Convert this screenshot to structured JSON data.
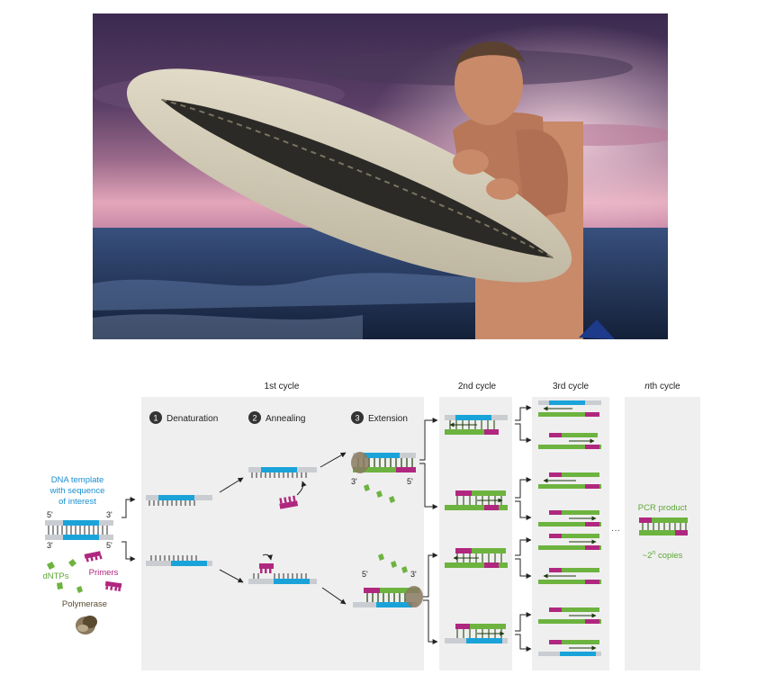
{
  "diagram": {
    "template_label": [
      "DNA template",
      "with sequence",
      "of interest"
    ],
    "prime_5": "5'",
    "prime_3": "3'",
    "dntps_label": "dNTPs",
    "primers_label": "Primers",
    "polymerase_label": "Polymerase",
    "cycles": [
      "1st cycle",
      "2nd cycle",
      "3rd cycle"
    ],
    "nth_cycle": {
      "n": "n",
      "rest": "th cycle"
    },
    "steps": [
      {
        "num": "1",
        "label": "Denaturation"
      },
      {
        "num": "2",
        "label": "Annealing"
      },
      {
        "num": "3",
        "label": "Extension"
      }
    ],
    "product_label": "PCR product",
    "copies": {
      "prefix": "~2",
      "sup": "n",
      "suffix": " copies"
    },
    "ellipsis": "···",
    "colors": {
      "template": "#1aa3d9",
      "primer": "#b0277f",
      "dntp": "#6db33f",
      "polymerase": "#8a7a60",
      "panel": "#efefef",
      "label_blue": "#1a8fd0",
      "label_green": "#5fa83a",
      "label_magenta": "#b0277f",
      "label_brown": "#5a4a2f"
    }
  }
}
